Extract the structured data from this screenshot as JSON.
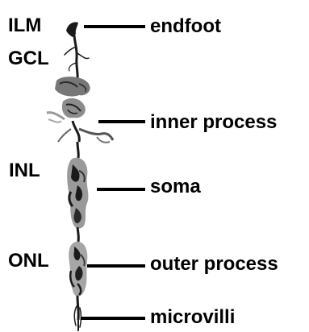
{
  "figure": {
    "layers": [
      {
        "key": "ilm",
        "label": "ILM"
      },
      {
        "key": "gcl",
        "label": "GCL"
      },
      {
        "key": "inl",
        "label": "INL"
      },
      {
        "key": "onl",
        "label": "ONL"
      }
    ],
    "parts": [
      {
        "key": "endfoot",
        "label": "endfoot"
      },
      {
        "key": "inner_process",
        "label": "inner process"
      },
      {
        "key": "soma",
        "label": "soma"
      },
      {
        "key": "outer_process",
        "label": "outer process"
      },
      {
        "key": "microvilli",
        "label": "microvilli"
      }
    ],
    "cell_illustration": "muller-glia-cell-drawing",
    "colors": {
      "text": "#000000",
      "cell_dark": "#1a1a1a",
      "cell_mid": "#555555",
      "cell_light": "#9a9a9a"
    }
  }
}
